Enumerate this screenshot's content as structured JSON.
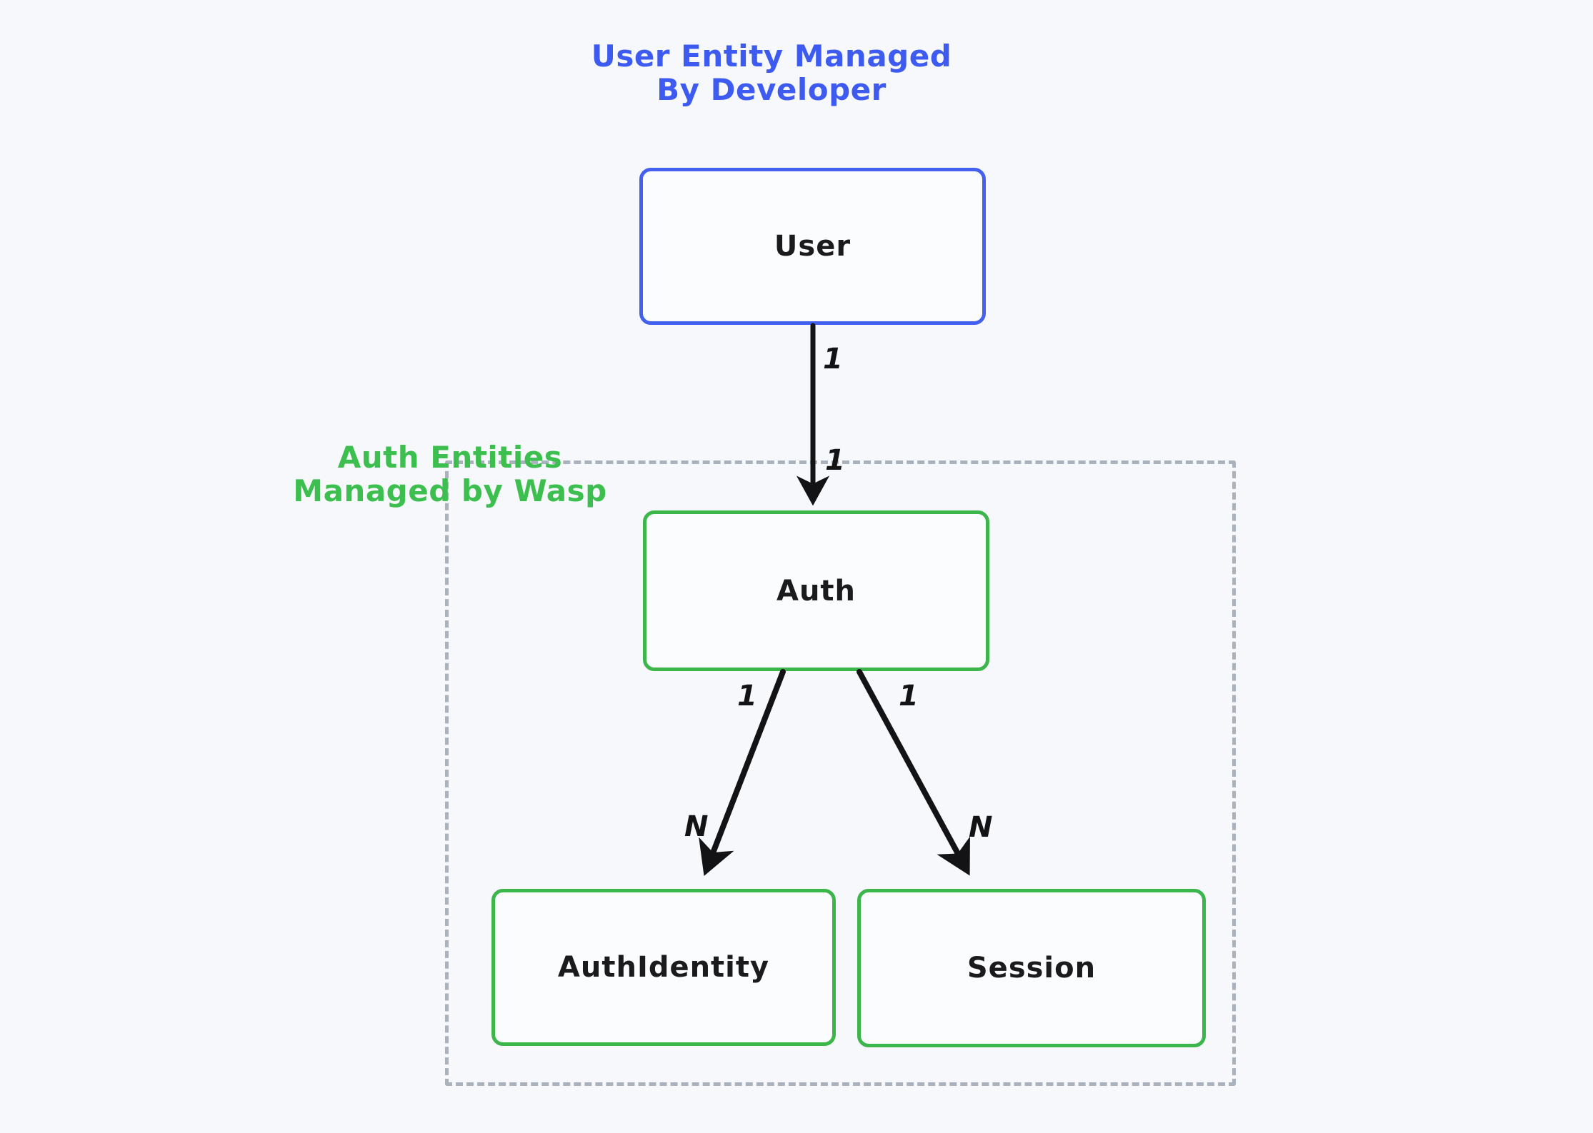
{
  "diagram": {
    "background_color": "#f7f8fb",
    "title_developer": {
      "line1": "User Entity Managed",
      "line2": "By Developer",
      "color": "#3d5bf0"
    },
    "title_wasp": {
      "line1": "Auth Entities",
      "line2": "Managed by Wasp",
      "color": "#3cbf4e"
    },
    "group": {
      "name": "auth-entities-group",
      "border_style": "dashed",
      "border_color": "#aab2bd"
    },
    "nodes": [
      {
        "id": "user",
        "label": "User",
        "color": "#4361ee",
        "managed_by": "developer"
      },
      {
        "id": "auth",
        "label": "Auth",
        "color": "#3cb54a",
        "managed_by": "wasp"
      },
      {
        "id": "authidentity",
        "label": "AuthIdentity",
        "color": "#3cb54a",
        "managed_by": "wasp"
      },
      {
        "id": "session",
        "label": "Session",
        "color": "#3cb54a",
        "managed_by": "wasp"
      }
    ],
    "edges": [
      {
        "from": "user",
        "to": "auth",
        "from_cardinality": "1",
        "to_cardinality": "1"
      },
      {
        "from": "auth",
        "to": "authidentity",
        "from_cardinality": "1",
        "to_cardinality": "N"
      },
      {
        "from": "auth",
        "to": "session",
        "from_cardinality": "1",
        "to_cardinality": "N"
      }
    ],
    "edge_labels": {
      "user_auth_from": "1",
      "user_auth_to": "1",
      "auth_authidentity_from": "1",
      "auth_authidentity_to": "N",
      "auth_session_from": "1",
      "auth_session_to": "N"
    }
  }
}
